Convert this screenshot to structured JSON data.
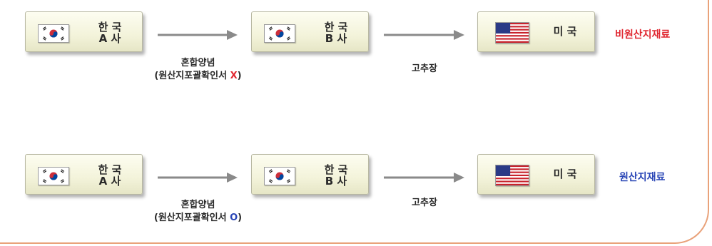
{
  "rows": [
    {
      "source": {
        "name": "한 국",
        "company": "A 사"
      },
      "mid": {
        "name": "한 국",
        "company": "B 사"
      },
      "dest": {
        "name": "미 국"
      },
      "edge1": {
        "product": "혼합양념",
        "cert_prefix": "(원산지포괄확인서 ",
        "cert_mark": "X",
        "cert_suffix": ")"
      },
      "edge2": {
        "product": "고추장"
      },
      "status": "비원산지재료",
      "status_color": "#e0262f"
    },
    {
      "source": {
        "name": "한 국",
        "company": "A 사"
      },
      "mid": {
        "name": "한 국",
        "company": "B 사"
      },
      "dest": {
        "name": "미 국"
      },
      "edge1": {
        "product": "혼합양념",
        "cert_prefix": "(원산지포괄확인서 ",
        "cert_mark": "O",
        "cert_suffix": ")"
      },
      "edge2": {
        "product": "고추장"
      },
      "status": "원산지재료",
      "status_color": "#2a46b6"
    }
  ],
  "icons": {
    "origin_flag": "korea-flag-icon",
    "destination_flag": "usa-flag-icon",
    "connector": "arrow-right-icon"
  }
}
